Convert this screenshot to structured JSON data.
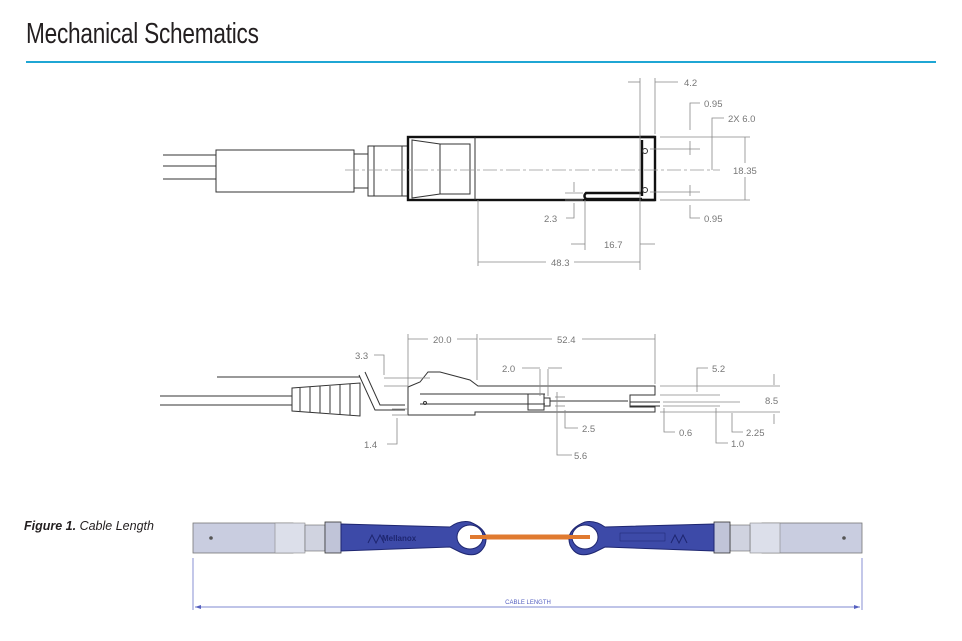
{
  "header": {
    "title": "Mechanical Schematics"
  },
  "top_view": {
    "dimensions": {
      "d4_2": "4.2",
      "d0_95_top": "0.95",
      "d2x6_0": "2X 6.0",
      "d18_35": "18.35",
      "d0_95_bottom": "0.95",
      "d2_3": "2.3",
      "d16_7": "16.7",
      "d48_3": "48.3"
    }
  },
  "side_view": {
    "dimensions": {
      "d20_0": "20.0",
      "d52_4": "52.4",
      "d3_3": "3.3",
      "d2_0": "2.0",
      "d5_2": "5.2",
      "d8_5": "8.5",
      "d2_5": "2.5",
      "d0_6": "0.6",
      "d2_25": "2.25",
      "d1_0": "1.0",
      "d1_4": "1.4",
      "d5_6": "5.6"
    }
  },
  "figure1": {
    "number": "Figure 1.",
    "caption": "Cable Length",
    "dimension_label": "CABLE LENGTH",
    "logo_text": "Mellanox",
    "colors": {
      "boot": "#3d4aa8",
      "cable": "#e07a30",
      "shell": "#c9cde0",
      "dimension": "#5560c0"
    }
  }
}
